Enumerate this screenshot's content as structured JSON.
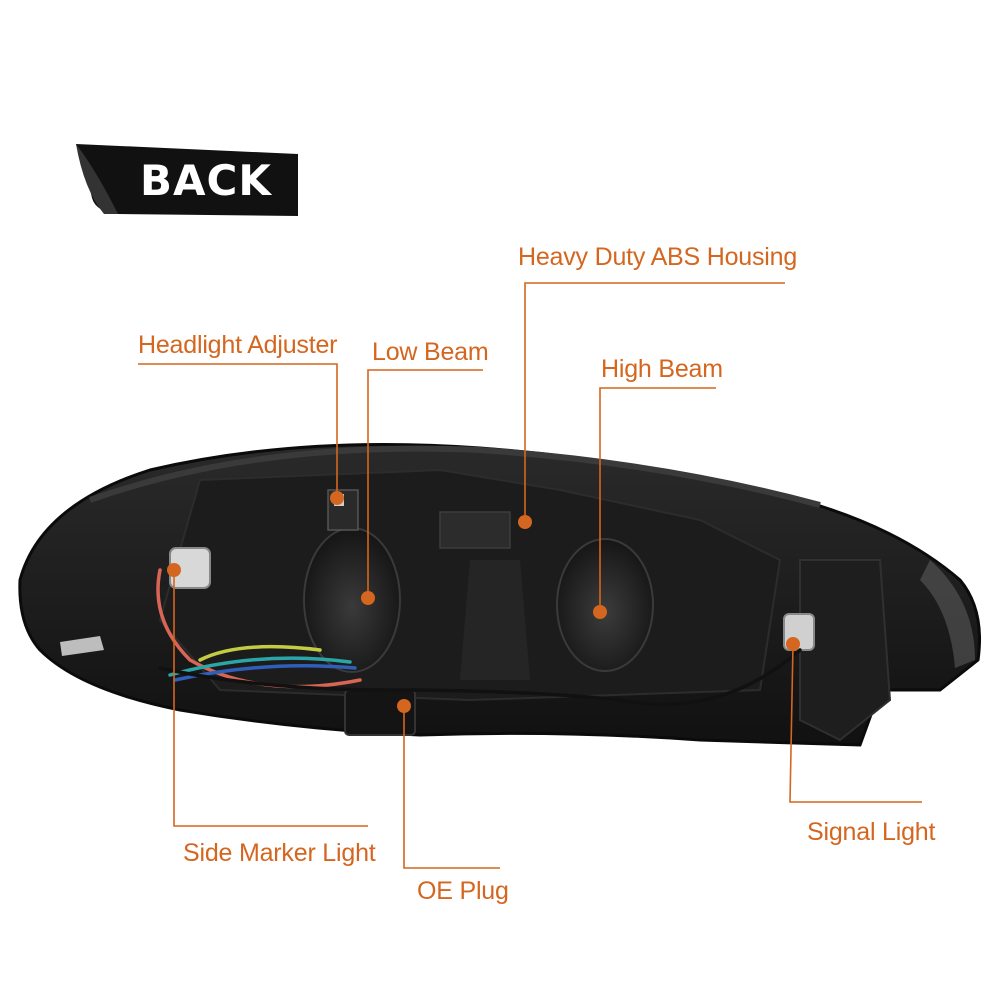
{
  "badge": {
    "text": "BACK"
  },
  "labels": {
    "heavy_duty_abs_housing": "Heavy Duty ABS Housing",
    "headlight_adjuster": "Headlight Adjuster",
    "low_beam": "Low Beam",
    "high_beam": "High Beam",
    "side_marker_light": "Side Marker Light",
    "oe_plug": "OE Plug",
    "signal_light": "Signal Light"
  },
  "colors": {
    "accent": "#d4661f",
    "badge_bg": "#111111",
    "housing": "#1a1a1a",
    "background": "#ffffff"
  }
}
